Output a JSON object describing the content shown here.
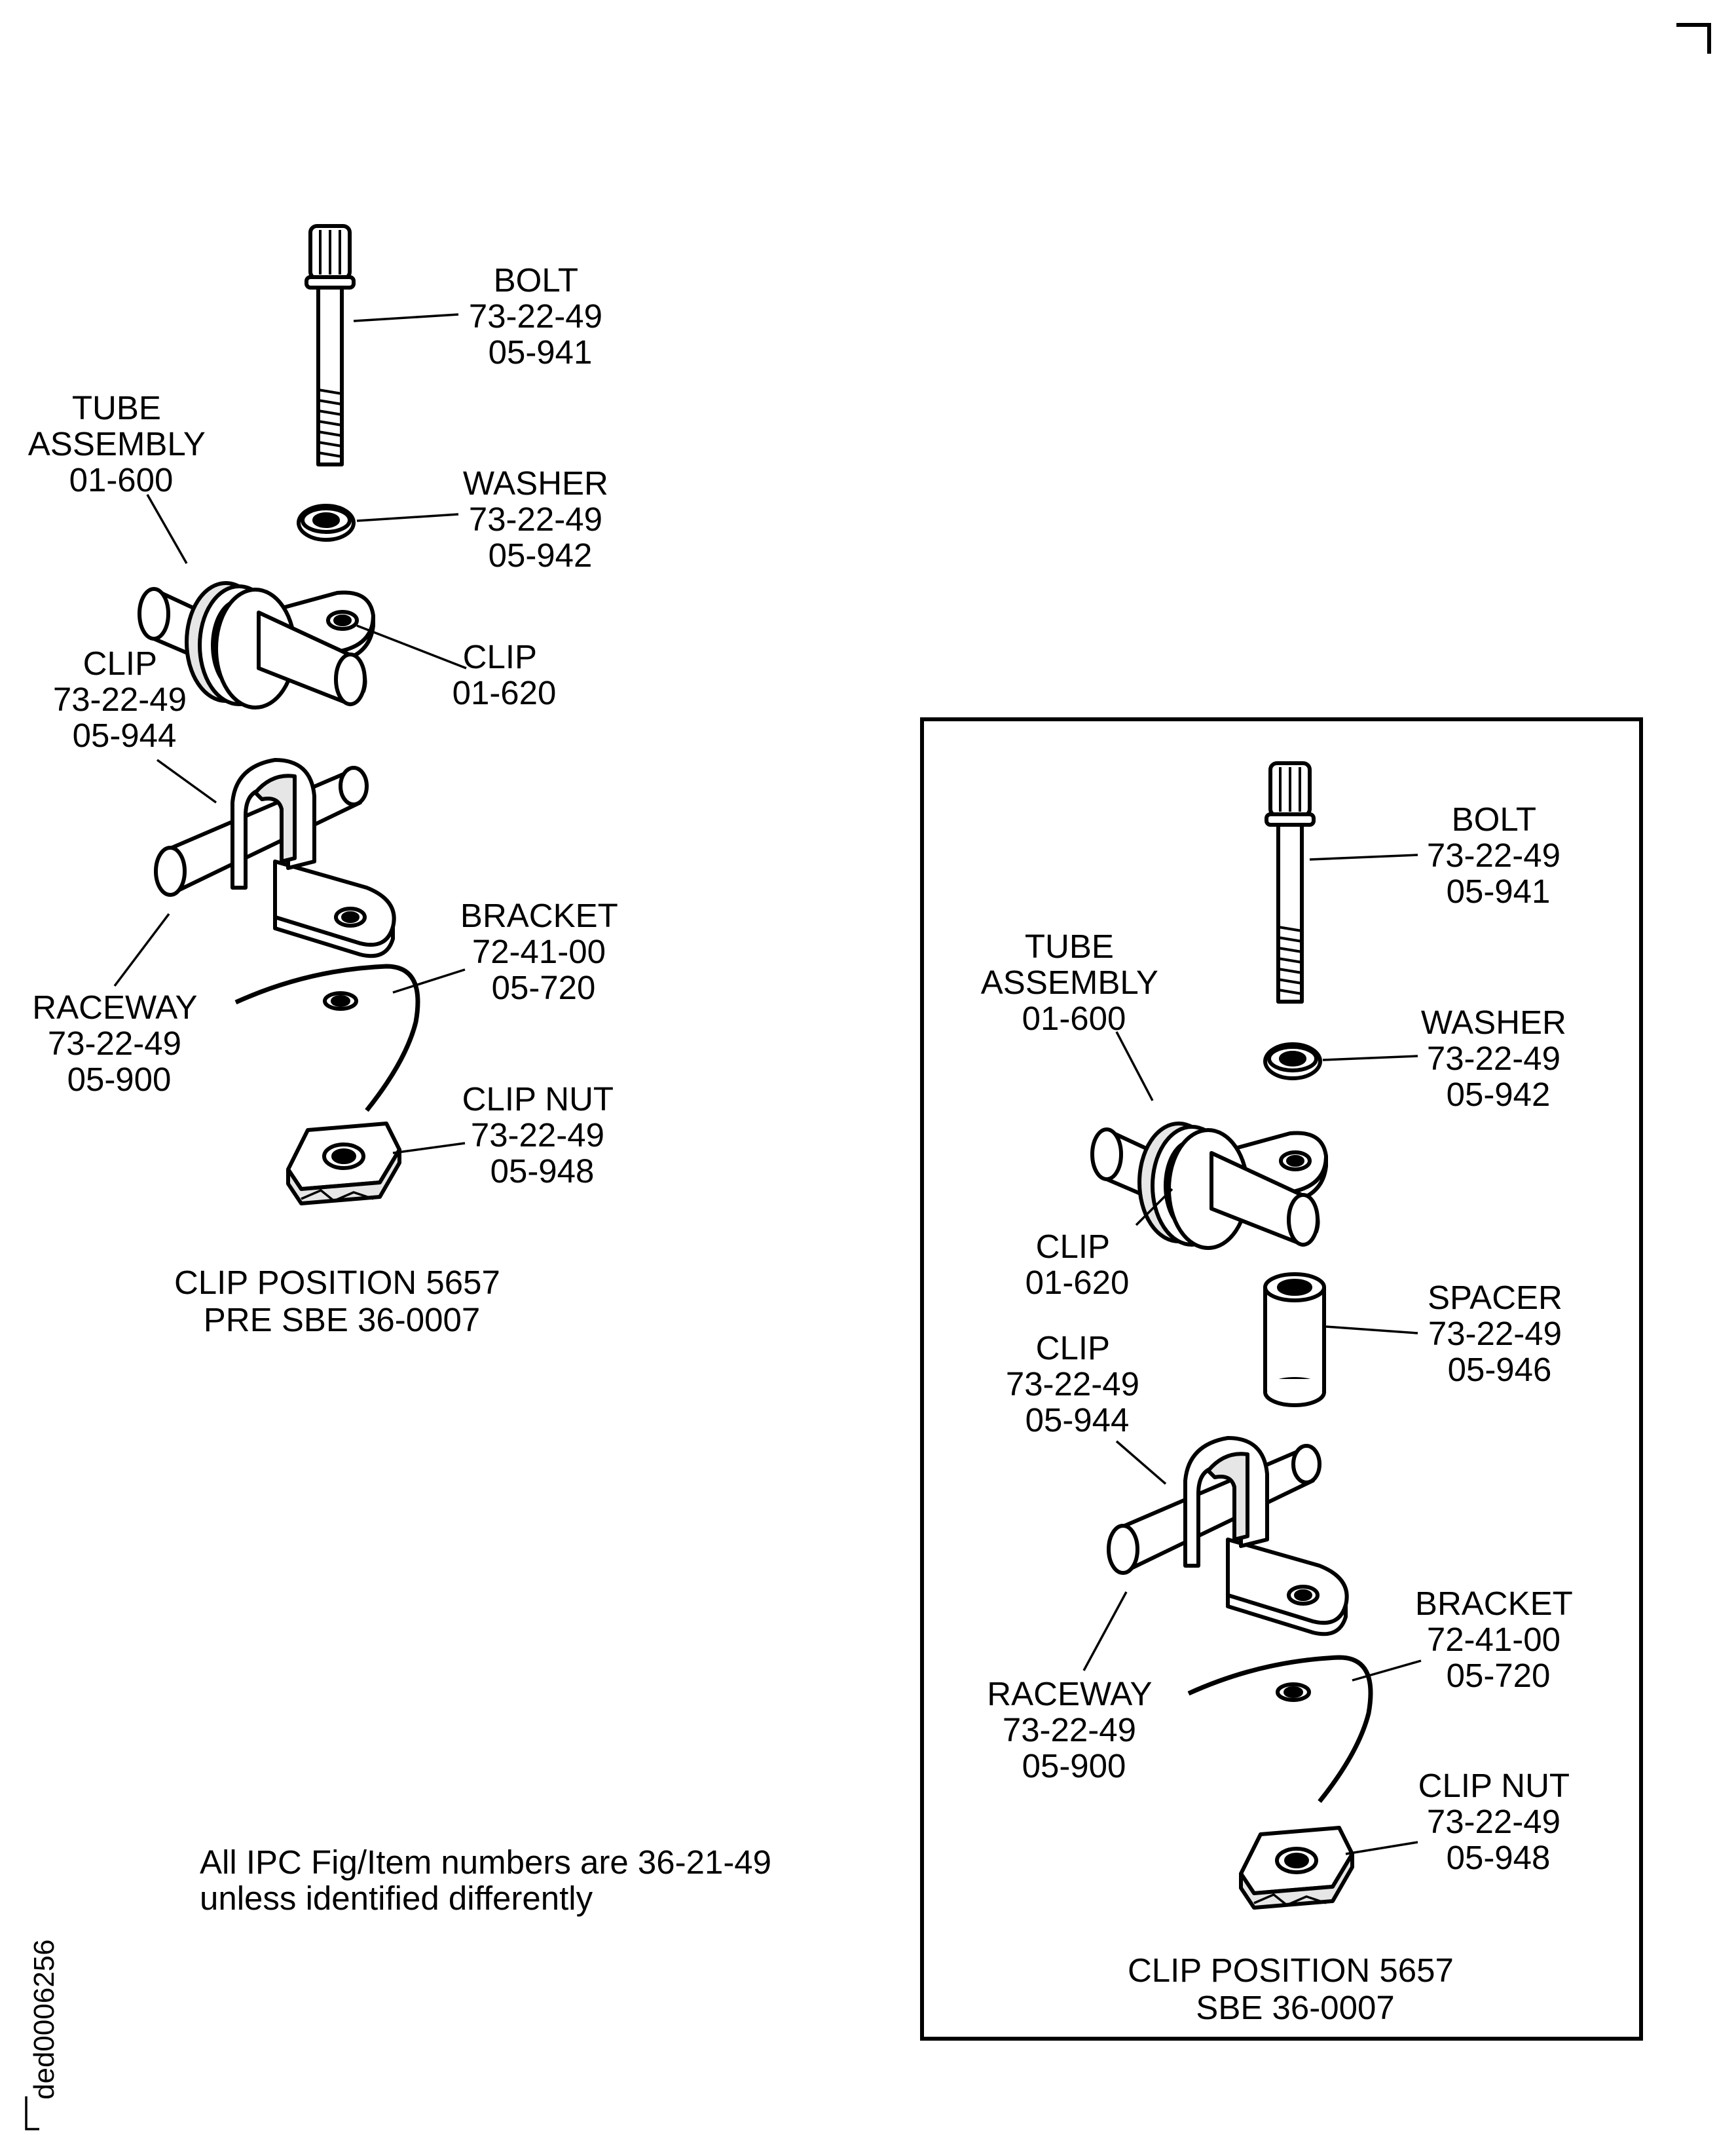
{
  "corner_mark": "corner-bracket",
  "figure_id": "ded0006256",
  "left_view": {
    "caption": [
      "CLIP POSITION 5657",
      "PRE SBE 36-0007"
    ],
    "callouts": {
      "bolt": [
        "BOLT",
        "73-22-49",
        "05-941"
      ],
      "washer": [
        "WASHER",
        "73-22-49",
        "05-942"
      ],
      "tube": [
        "TUBE",
        "ASSEMBLY",
        "01-600"
      ],
      "clip_upper": [
        "CLIP",
        "01-620"
      ],
      "clip_lower": [
        "CLIP",
        "73-22-49",
        "05-944"
      ],
      "bracket": [
        "BRACKET",
        "72-41-00",
        "05-720"
      ],
      "raceway": [
        "RACEWAY",
        "73-22-49",
        "05-900"
      ],
      "clip_nut": [
        "CLIP NUT",
        "73-22-49",
        "05-948"
      ]
    }
  },
  "right_view": {
    "caption": [
      "CLIP POSITION 5657",
      "SBE 36-0007"
    ],
    "callouts": {
      "bolt": [
        "BOLT",
        "73-22-49",
        "05-941"
      ],
      "washer": [
        "WASHER",
        "73-22-49",
        "05-942"
      ],
      "tube": [
        "TUBE",
        "ASSEMBLY",
        "01-600"
      ],
      "clip_upper": [
        "CLIP",
        "01-620"
      ],
      "spacer": [
        "SPACER",
        "73-22-49",
        "05-946"
      ],
      "clip_lower": [
        "CLIP",
        "73-22-49",
        "05-944"
      ],
      "raceway": [
        "RACEWAY",
        "73-22-49",
        "05-900"
      ],
      "bracket": [
        "BRACKET",
        "72-41-00",
        "05-720"
      ],
      "clip_nut": [
        "CLIP NUT",
        "73-22-49",
        "05-948"
      ]
    }
  },
  "note": [
    "All IPC Fig/Item numbers are 36-21-49",
    "unless identified differently"
  ]
}
